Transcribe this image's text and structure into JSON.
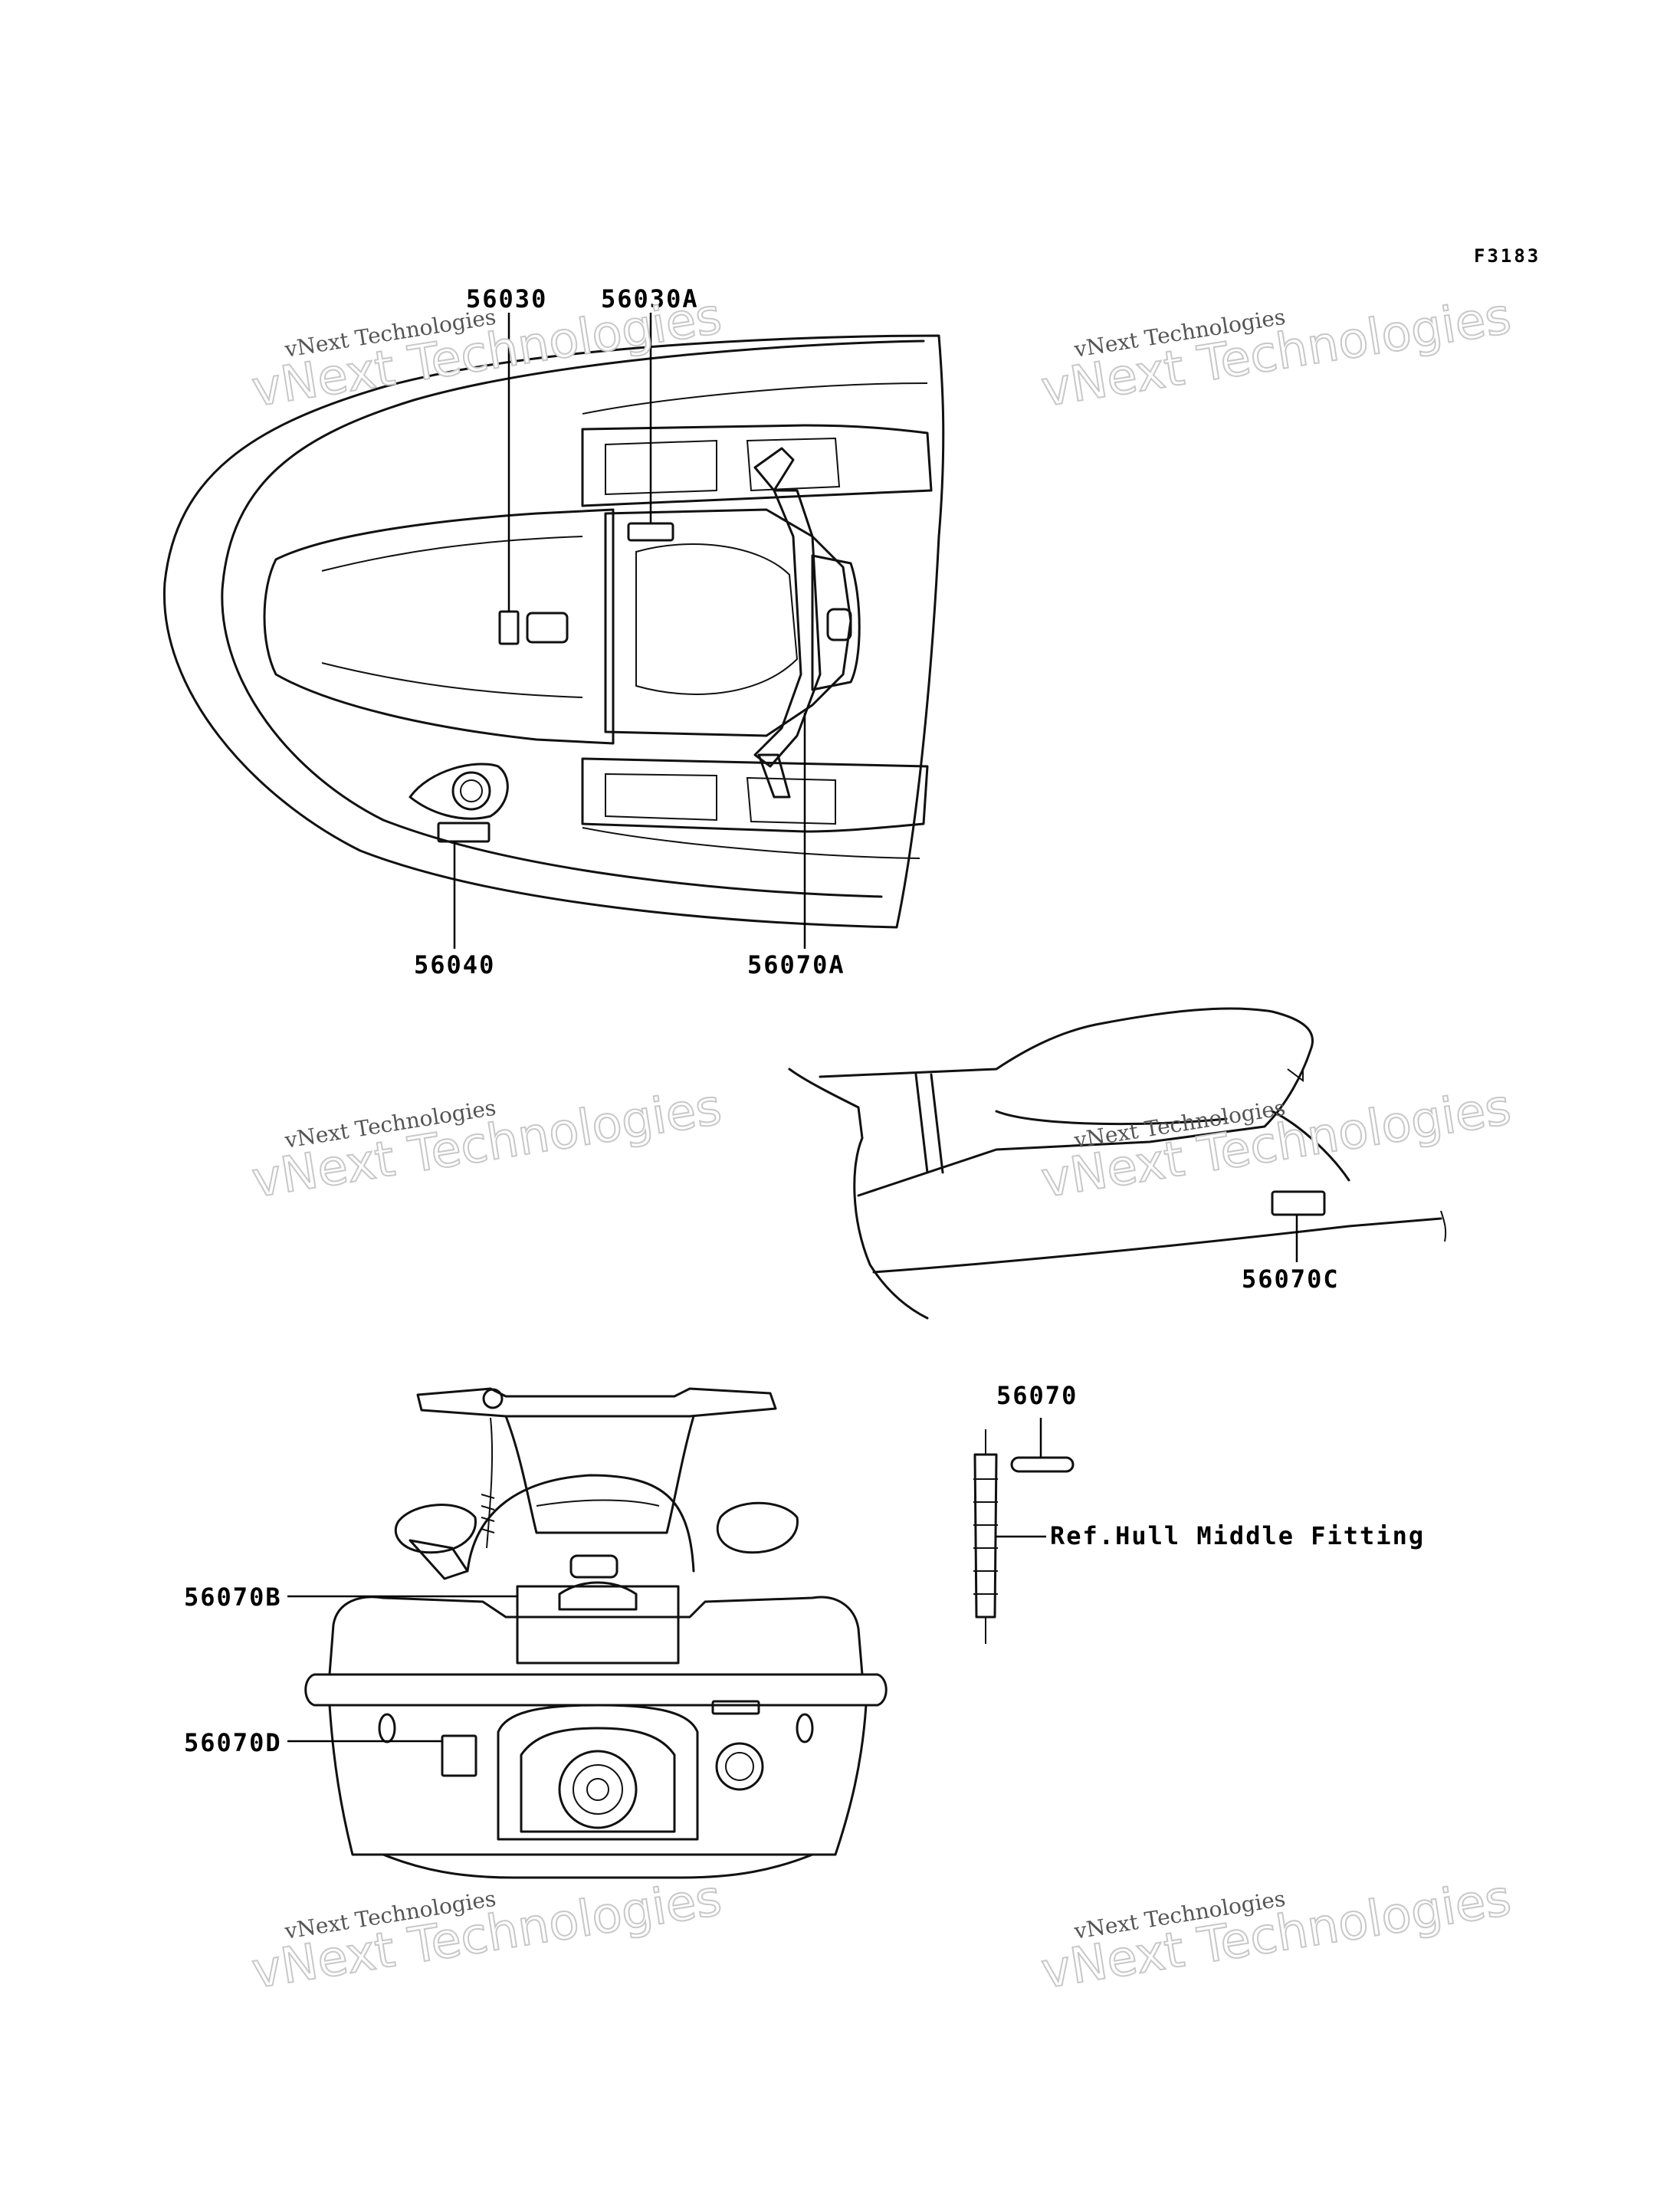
{
  "figure_code": "F3183",
  "colors": {
    "line": "#111111",
    "watermark": "#c8c8c8",
    "background": "#ffffff"
  },
  "callouts": {
    "p56030": "56030",
    "p56030A": "56030A",
    "p56040": "56040",
    "p56070A": "56070A",
    "p56070C": "56070C",
    "p56070": "56070",
    "ref_hull": "Ref.Hull Middle Fitting",
    "p56070B": "56070B",
    "p56070D": "56070D"
  },
  "watermark": {
    "line1": "vNext Technologies",
    "line2": "vNext Technologies"
  }
}
